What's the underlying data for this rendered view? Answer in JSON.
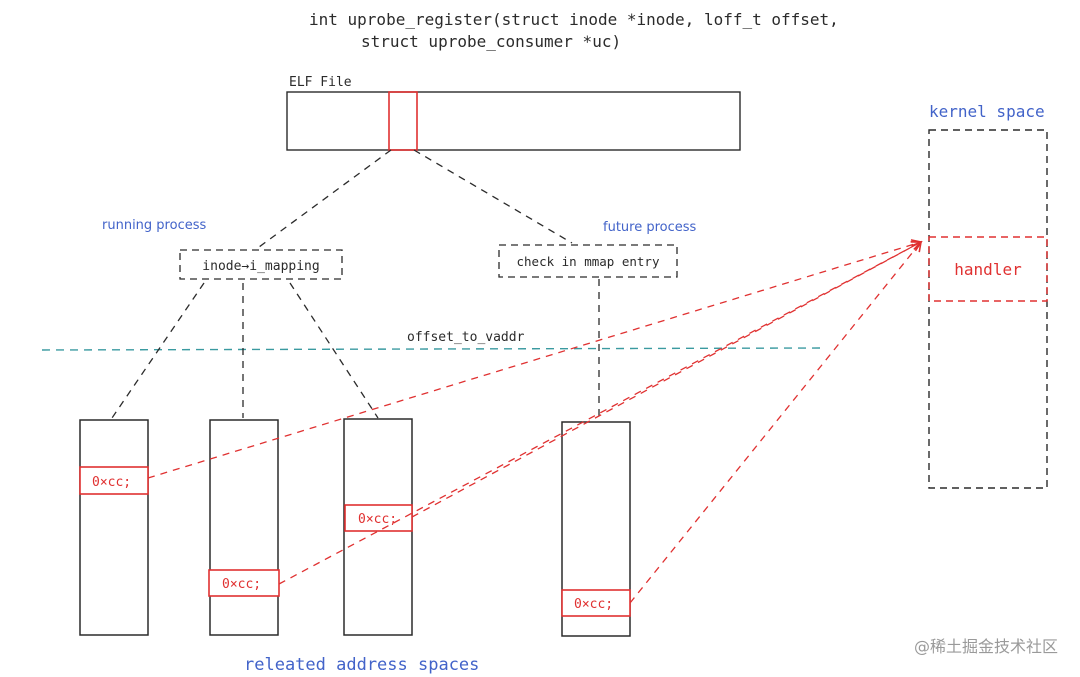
{
  "signature": {
    "line1": "int uprobe_register(struct inode *inode, loff_t offset,",
    "line2": "struct uprobe_consumer *uc)"
  },
  "elf_label": "ELF File",
  "kernel_space_label": "kernel space",
  "handler_label": "handler",
  "running_process_label": "running process",
  "future_process_label": "future process",
  "inode_mapping_label": "inode→i_mapping",
  "mmap_check_label": "check in mmap entry",
  "offset_to_vaddr_label": "offset_to_vaddr",
  "address_spaces_label": "releated address spaces",
  "breakpoint_label": "0×cc;",
  "watermark": "@稀土掘金技术社区",
  "colors": {
    "ink": "#2b2b2b",
    "red": "#e03131",
    "blue": "#4263c9",
    "teal": "#3a9aa0"
  }
}
